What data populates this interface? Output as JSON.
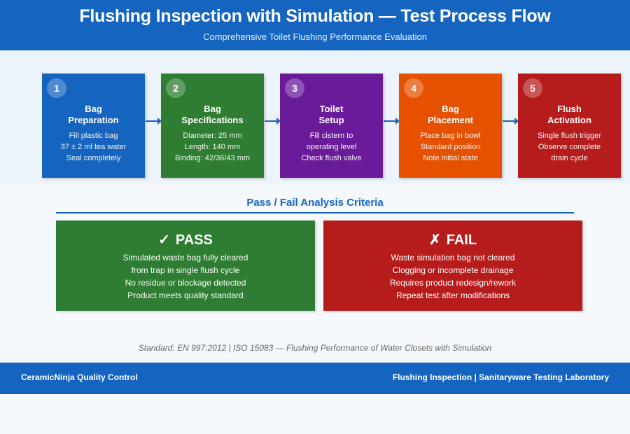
{
  "header": {
    "title": "Flushing Inspection with Simulation — Test Process Flow",
    "subtitle": "Comprehensive Toilet Flushing Performance Evaluation"
  },
  "steps": [
    {
      "number": "1",
      "title_line1": "Bag",
      "title_line2": "Preparation",
      "lines": [
        "Fill plastic bag",
        "37 ± 2 ml tea water",
        "Seal completely"
      ],
      "color": "#1565c0"
    },
    {
      "number": "2",
      "title_line1": "Bag",
      "title_line2": "Specifications",
      "lines": [
        "Diameter: 25 mm",
        "Length: 140 mm",
        "Binding: 42/36/43 mm"
      ],
      "color": "#2e7d32"
    },
    {
      "number": "3",
      "title_line1": "Toilet",
      "title_line2": "Setup",
      "lines": [
        "Fill cistern to",
        "operating level",
        "Check flush valve"
      ],
      "color": "#6a1b9a"
    },
    {
      "number": "4",
      "title_line1": "Bag",
      "title_line2": "Placement",
      "lines": [
        "Place bag in bowl",
        "Standard position",
        "Note initial state"
      ],
      "color": "#e65100"
    },
    {
      "number": "5",
      "title_line1": "Flush",
      "title_line2": "Activation",
      "lines": [
        "Single flush trigger",
        "Observe complete",
        "drain cycle"
      ],
      "color": "#b71c1c"
    }
  ],
  "criteria": {
    "title": "Pass / Fail Analysis Criteria",
    "pass": {
      "icon": "✓",
      "label": "PASS",
      "color": "#2e7d32",
      "lines": [
        "Simulated waste bag fully cleared",
        "from trap in single flush cycle",
        "No residue or blockage detected",
        "Product meets quality standard"
      ]
    },
    "fail": {
      "icon": "✗",
      "label": "FAIL",
      "color": "#b71c1c",
      "lines": [
        "Waste simulation bag not cleared",
        "Clogging or incomplete drainage",
        "Requires product redesign/rework",
        "Repeat test after modifications"
      ]
    }
  },
  "standard_note": "Standard: EN 997:2012 | ISO 15083 — Flushing Performance of Water Closets with Simulation",
  "footer": {
    "left": "CeramicNinja Quality Control",
    "right": "Flushing Inspection | Sanitaryware Testing Laboratory"
  }
}
